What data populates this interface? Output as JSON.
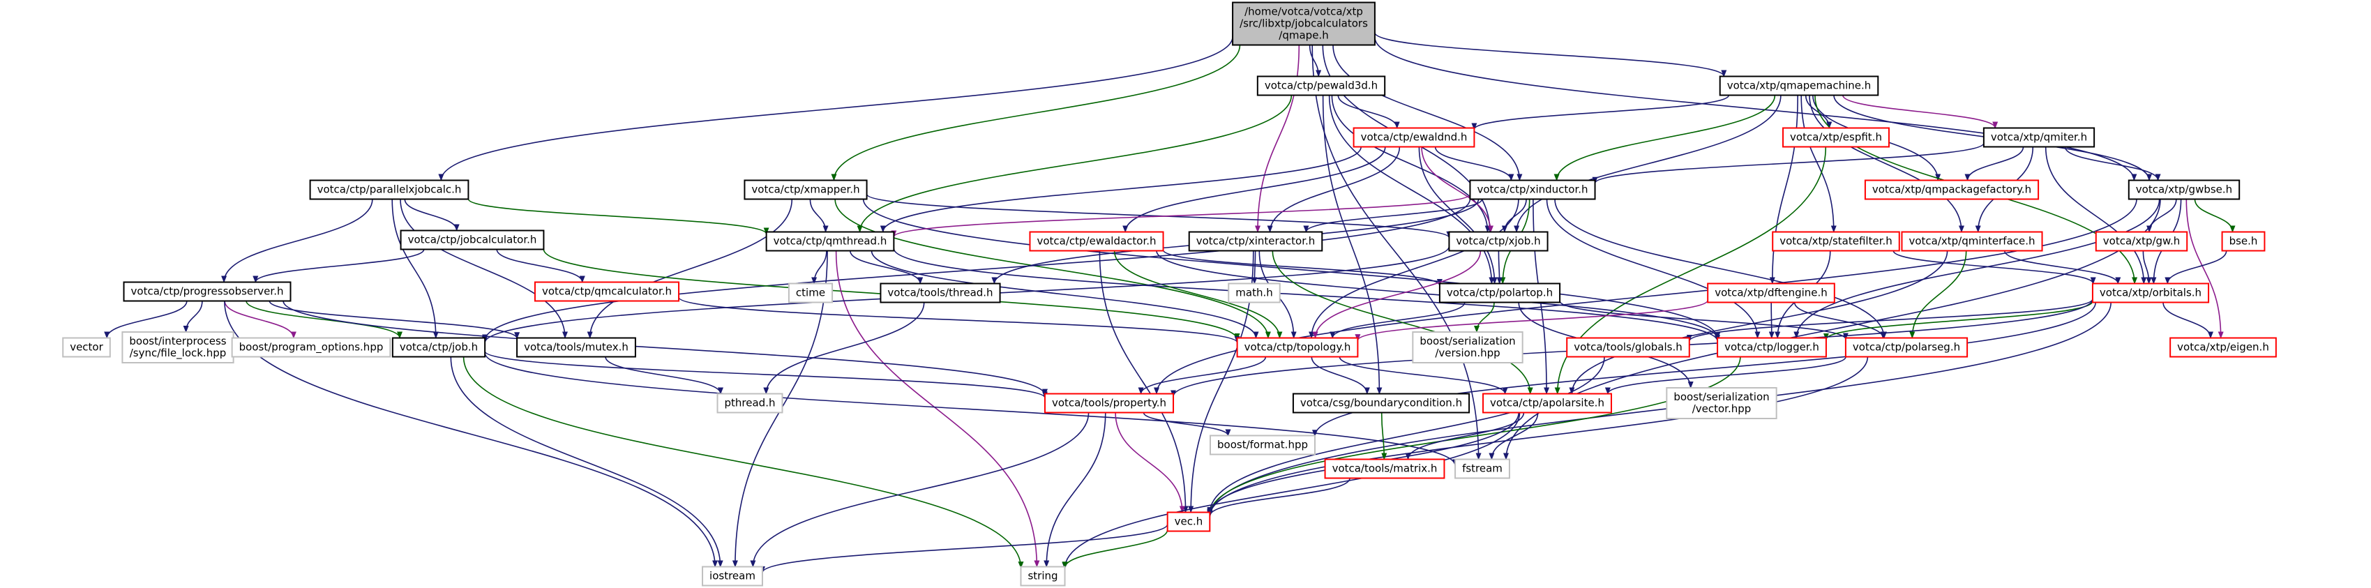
{
  "colors": {
    "black": "#000000",
    "red": "#ff0000",
    "gray": "#bfbfbf",
    "root_fill": "#bfbfbf",
    "edge_blue": "#191970",
    "edge_green": "#006400",
    "edge_purple": "#8b1a8b"
  },
  "nodes": [
    {
      "id": "root",
      "lines": [
        "/home/votca/votca/xtp",
        "/src/libxtp/jobcalculators",
        "/qmape.h"
      ],
      "border": "black",
      "root": true
    },
    {
      "id": "pewald3d",
      "lines": [
        "votca/ctp/pewald3d.h"
      ],
      "border": "black"
    },
    {
      "id": "qmapemachine",
      "lines": [
        "votca/xtp/qmapemachine.h"
      ],
      "border": "black"
    },
    {
      "id": "ewaldnd",
      "lines": [
        "votca/ctp/ewaldnd.h"
      ],
      "border": "red"
    },
    {
      "id": "espfit",
      "lines": [
        "votca/xtp/espfit.h"
      ],
      "border": "red"
    },
    {
      "id": "qmiter",
      "lines": [
        "votca/xtp/qmiter.h"
      ],
      "border": "black"
    },
    {
      "id": "parallelxjobcalc",
      "lines": [
        "votca/ctp/parallelxjobcalc.h"
      ],
      "border": "black"
    },
    {
      "id": "xmapper",
      "lines": [
        "votca/ctp/xmapper.h"
      ],
      "border": "black"
    },
    {
      "id": "xinductor",
      "lines": [
        "votca/ctp/xinductor.h"
      ],
      "border": "black"
    },
    {
      "id": "qmpackagefactory",
      "lines": [
        "votca/xtp/qmpackagefactory.h"
      ],
      "border": "red"
    },
    {
      "id": "gwbse",
      "lines": [
        "votca/xtp/gwbse.h"
      ],
      "border": "black"
    },
    {
      "id": "jobcalculator",
      "lines": [
        "votca/ctp/jobcalculator.h"
      ],
      "border": "black"
    },
    {
      "id": "qmthread",
      "lines": [
        "votca/ctp/qmthread.h"
      ],
      "border": "black"
    },
    {
      "id": "ewaldactor",
      "lines": [
        "votca/ctp/ewaldactor.h"
      ],
      "border": "red"
    },
    {
      "id": "xinteractor",
      "lines": [
        "votca/ctp/xinteractor.h"
      ],
      "border": "black"
    },
    {
      "id": "xjob",
      "lines": [
        "votca/ctp/xjob.h"
      ],
      "border": "black"
    },
    {
      "id": "statefilter",
      "lines": [
        "votca/xtp/statefilter.h"
      ],
      "border": "red"
    },
    {
      "id": "qminterface",
      "lines": [
        "votca/xtp/qminterface.h"
      ],
      "border": "red"
    },
    {
      "id": "gw",
      "lines": [
        "votca/xtp/gw.h"
      ],
      "border": "red"
    },
    {
      "id": "bse",
      "lines": [
        "bse.h"
      ],
      "border": "red"
    },
    {
      "id": "progressobserver",
      "lines": [
        "votca/ctp/progressobserver.h"
      ],
      "border": "black"
    },
    {
      "id": "qmcalculator",
      "lines": [
        "votca/ctp/qmcalculator.h"
      ],
      "border": "red"
    },
    {
      "id": "ctime",
      "lines": [
        "ctime"
      ],
      "border": "gray"
    },
    {
      "id": "thread",
      "lines": [
        "votca/tools/thread.h"
      ],
      "border": "black"
    },
    {
      "id": "math",
      "lines": [
        "math.h"
      ],
      "border": "gray"
    },
    {
      "id": "polartop",
      "lines": [
        "votca/ctp/polartop.h"
      ],
      "border": "black"
    },
    {
      "id": "dftengine",
      "lines": [
        "votca/xtp/dftengine.h"
      ],
      "border": "red"
    },
    {
      "id": "orbitals",
      "lines": [
        "votca/xtp/orbitals.h"
      ],
      "border": "red"
    },
    {
      "id": "vector",
      "lines": [
        "vector"
      ],
      "border": "gray"
    },
    {
      "id": "filelock",
      "lines": [
        "boost/interprocess",
        "/sync/file_lock.hpp"
      ],
      "border": "gray"
    },
    {
      "id": "programoptions",
      "lines": [
        "boost/program_options.hpp"
      ],
      "border": "gray"
    },
    {
      "id": "job",
      "lines": [
        "votca/ctp/job.h"
      ],
      "border": "black"
    },
    {
      "id": "mutex",
      "lines": [
        "votca/tools/mutex.h"
      ],
      "border": "black"
    },
    {
      "id": "topology",
      "lines": [
        "votca/ctp/topology.h"
      ],
      "border": "red"
    },
    {
      "id": "serialversion",
      "lines": [
        "boost/serialization",
        "/version.hpp"
      ],
      "border": "gray"
    },
    {
      "id": "globals",
      "lines": [
        "votca/tools/globals.h"
      ],
      "border": "red"
    },
    {
      "id": "logger",
      "lines": [
        "votca/ctp/logger.h"
      ],
      "border": "red"
    },
    {
      "id": "polarseg",
      "lines": [
        "votca/ctp/polarseg.h"
      ],
      "border": "red"
    },
    {
      "id": "eigen",
      "lines": [
        "votca/xtp/eigen.h"
      ],
      "border": "red"
    },
    {
      "id": "pthread",
      "lines": [
        "pthread.h"
      ],
      "border": "gray"
    },
    {
      "id": "property",
      "lines": [
        "votca/tools/property.h"
      ],
      "border": "red"
    },
    {
      "id": "boundarycondition",
      "lines": [
        "votca/csg/boundarycondition.h"
      ],
      "border": "black"
    },
    {
      "id": "apolarsite",
      "lines": [
        "votca/ctp/apolarsite.h"
      ],
      "border": "red"
    },
    {
      "id": "serialvector",
      "lines": [
        "boost/serialization",
        "/vector.hpp"
      ],
      "border": "gray"
    },
    {
      "id": "boostformat",
      "lines": [
        "boost/format.hpp"
      ],
      "border": "gray"
    },
    {
      "id": "matrix",
      "lines": [
        "votca/tools/matrix.h"
      ],
      "border": "red"
    },
    {
      "id": "fstream",
      "lines": [
        "fstream"
      ],
      "border": "gray"
    },
    {
      "id": "vec",
      "lines": [
        "vec.h"
      ],
      "border": "red"
    },
    {
      "id": "iostream",
      "lines": [
        "iostream"
      ],
      "border": "gray"
    },
    {
      "id": "string",
      "lines": [
        "string"
      ],
      "border": "gray"
    }
  ],
  "edges": [
    [
      "root",
      "pewald3d"
    ],
    [
      "root",
      "qmapemachine"
    ],
    [
      "root",
      "parallelxjobcalc"
    ],
    [
      "root",
      "xmapper"
    ],
    [
      "root",
      "xinductor"
    ],
    [
      "root",
      "xinteractor"
    ],
    [
      "root",
      "xjob"
    ],
    [
      "root",
      "gwbse"
    ],
    [
      "root",
      "fstream"
    ],
    [
      "pewald3d",
      "ewaldnd"
    ],
    [
      "pewald3d",
      "qmthread"
    ],
    [
      "pewald3d",
      "xjob"
    ],
    [
      "pewald3d",
      "polartop"
    ],
    [
      "pewald3d",
      "boundarycondition"
    ],
    [
      "qmapemachine",
      "ewaldnd"
    ],
    [
      "qmapemachine",
      "espfit"
    ],
    [
      "qmapemachine",
      "qmiter"
    ],
    [
      "qmapemachine",
      "xinductor"
    ],
    [
      "qmapemachine",
      "qmpackagefactory"
    ],
    [
      "qmapemachine",
      "gwbse"
    ],
    [
      "qmapemachine",
      "xjob"
    ],
    [
      "qmapemachine",
      "statefilter"
    ],
    [
      "qmapemachine",
      "qminterface"
    ],
    [
      "qmapemachine",
      "dftengine"
    ],
    [
      "qmapemachine",
      "orbitals"
    ],
    [
      "ewaldnd",
      "ewaldactor"
    ],
    [
      "ewaldnd",
      "xinteractor"
    ],
    [
      "ewaldnd",
      "xjob"
    ],
    [
      "ewaldnd",
      "qmthread"
    ],
    [
      "ewaldnd",
      "xinductor"
    ],
    [
      "ewaldnd",
      "polartop"
    ],
    [
      "espfit",
      "apolarsite"
    ],
    [
      "qmiter",
      "xinductor"
    ],
    [
      "qmiter",
      "qmpackagefactory"
    ],
    [
      "qmiter",
      "gwbse"
    ],
    [
      "qmiter",
      "qminterface"
    ],
    [
      "qmiter",
      "orbitals"
    ],
    [
      "parallelxjobcalc",
      "jobcalculator"
    ],
    [
      "parallelxjobcalc",
      "qmthread"
    ],
    [
      "parallelxjobcalc",
      "progressobserver"
    ],
    [
      "parallelxjobcalc",
      "job"
    ],
    [
      "parallelxjobcalc",
      "mutex"
    ],
    [
      "xmapper",
      "qmthread"
    ],
    [
      "xmapper",
      "xjob"
    ],
    [
      "xmapper",
      "mutex"
    ],
    [
      "xmapper",
      "topology"
    ],
    [
      "xmapper",
      "logger"
    ],
    [
      "xinductor",
      "xinteractor"
    ],
    [
      "xinductor",
      "xjob"
    ],
    [
      "xinductor",
      "qmthread"
    ],
    [
      "xinductor",
      "thread"
    ],
    [
      "xinductor",
      "topology"
    ],
    [
      "xinductor",
      "polartop"
    ],
    [
      "xinductor",
      "logger"
    ],
    [
      "xinductor",
      "polarseg"
    ],
    [
      "xinductor",
      "apolarsite"
    ],
    [
      "xinductor",
      "job"
    ],
    [
      "gwbse",
      "orbitals"
    ],
    [
      "gwbse",
      "gw"
    ],
    [
      "gwbse",
      "bse"
    ],
    [
      "gwbse",
      "eigen"
    ],
    [
      "gwbse",
      "logger"
    ],
    [
      "gwbse",
      "property"
    ],
    [
      "gwbse",
      "fstream"
    ],
    [
      "jobcalculator",
      "progressobserver"
    ],
    [
      "jobcalculator",
      "qmcalculator"
    ],
    [
      "jobcalculator",
      "topology"
    ],
    [
      "qmthread",
      "ctime"
    ],
    [
      "qmthread",
      "thread"
    ],
    [
      "qmthread",
      "logger"
    ],
    [
      "qmthread",
      "iostream"
    ],
    [
      "qmthread",
      "string"
    ],
    [
      "qmthread",
      "topology"
    ],
    [
      "ewaldactor",
      "topology"
    ],
    [
      "ewaldactor",
      "polartop"
    ],
    [
      "ewaldactor",
      "vec"
    ],
    [
      "ewaldactor",
      "logger"
    ],
    [
      "xinteractor",
      "math"
    ],
    [
      "xinteractor",
      "topology"
    ],
    [
      "xinteractor",
      "vec"
    ],
    [
      "xinteractor",
      "apolarsite"
    ],
    [
      "xjob",
      "polartop"
    ],
    [
      "xjob",
      "topology"
    ],
    [
      "xjob",
      "job"
    ],
    [
      "statefilter",
      "orbitals"
    ],
    [
      "statefilter",
      "logger"
    ],
    [
      "qminterface",
      "orbitals"
    ],
    [
      "qminterface",
      "polarseg"
    ],
    [
      "qminterface",
      "apolarsite"
    ],
    [
      "gw",
      "orbitals"
    ],
    [
      "bse",
      "orbitals"
    ],
    [
      "progressobserver",
      "vector"
    ],
    [
      "progressobserver",
      "filelock"
    ],
    [
      "progressobserver",
      "programoptions"
    ],
    [
      "progressobserver",
      "job"
    ],
    [
      "progressobserver",
      "mutex"
    ],
    [
      "progressobserver",
      "property"
    ],
    [
      "progressobserver",
      "iostream"
    ],
    [
      "qmcalculator",
      "topology"
    ],
    [
      "thread",
      "pthread"
    ],
    [
      "polartop",
      "topology"
    ],
    [
      "polartop",
      "serialversion"
    ],
    [
      "polartop",
      "polarseg"
    ],
    [
      "polartop",
      "serialvector"
    ],
    [
      "dftengine",
      "topology"
    ],
    [
      "dftengine",
      "logger"
    ],
    [
      "dftengine",
      "polarseg"
    ],
    [
      "orbitals",
      "globals"
    ],
    [
      "orbitals",
      "logger"
    ],
    [
      "orbitals",
      "eigen"
    ],
    [
      "orbitals",
      "property"
    ],
    [
      "orbitals",
      "boostformat"
    ],
    [
      "orbitals",
      "vec"
    ],
    [
      "job",
      "property"
    ],
    [
      "job",
      "iostream"
    ],
    [
      "job",
      "string"
    ],
    [
      "job",
      "fstream"
    ],
    [
      "mutex",
      "pthread"
    ],
    [
      "topology",
      "property"
    ],
    [
      "topology",
      "boundarycondition"
    ],
    [
      "topology",
      "apolarsite"
    ],
    [
      "globals",
      "vec"
    ],
    [
      "logger",
      "vec"
    ],
    [
      "polarseg",
      "apolarsite"
    ],
    [
      "polarseg",
      "vec"
    ],
    [
      "property",
      "boostformat"
    ],
    [
      "property",
      "vec"
    ],
    [
      "property",
      "iostream"
    ],
    [
      "property",
      "string"
    ],
    [
      "boundarycondition",
      "matrix"
    ],
    [
      "apolarsite",
      "matrix"
    ],
    [
      "apolarsite",
      "fstream"
    ],
    [
      "apolarsite",
      "vec"
    ],
    [
      "apolarsite",
      "string"
    ],
    [
      "matrix",
      "vec"
    ],
    [
      "vec",
      "iostream"
    ],
    [
      "vec",
      "string"
    ]
  ]
}
